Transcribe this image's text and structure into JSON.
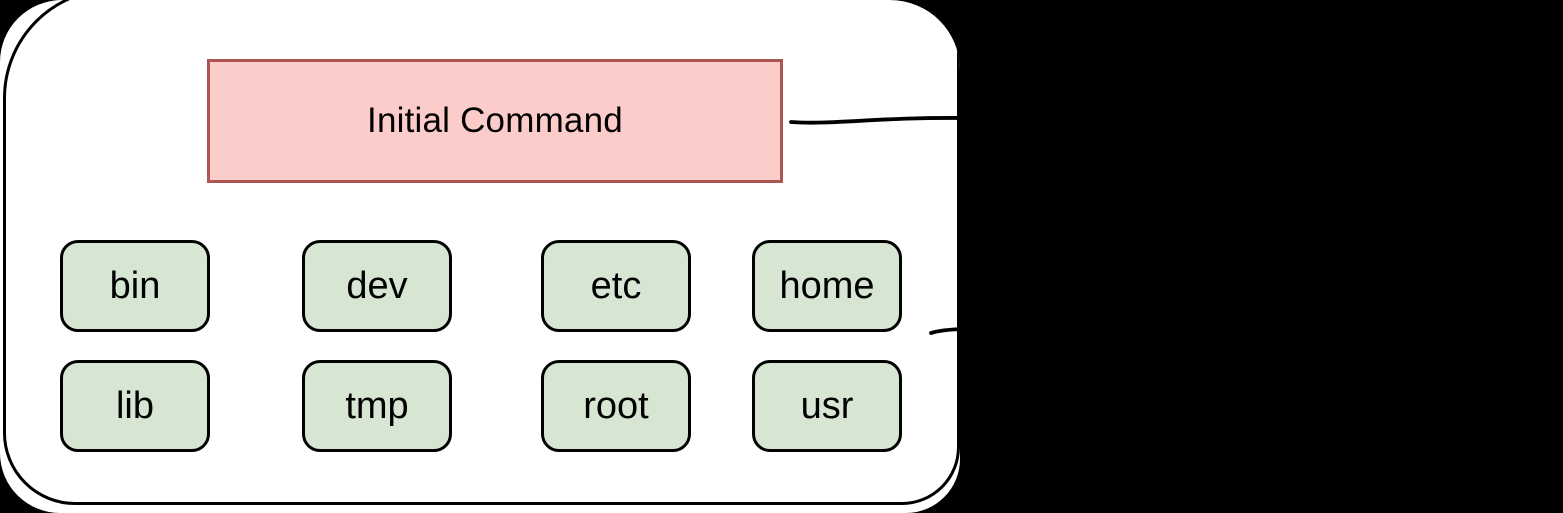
{
  "panel": {
    "initial_command_label": "Initial Command",
    "directories": [
      "bin",
      "dev",
      "etc",
      "home",
      "lib",
      "tmp",
      "root",
      "usr"
    ],
    "colors": {
      "page_background": "#000000",
      "panel_background": "#ffffff",
      "panel_border": "#000000",
      "command_fill": "#fccccb",
      "command_border": "#ac5551",
      "directory_fill": "#d6e6d2",
      "directory_border": "#000000",
      "text": "#000000"
    }
  }
}
